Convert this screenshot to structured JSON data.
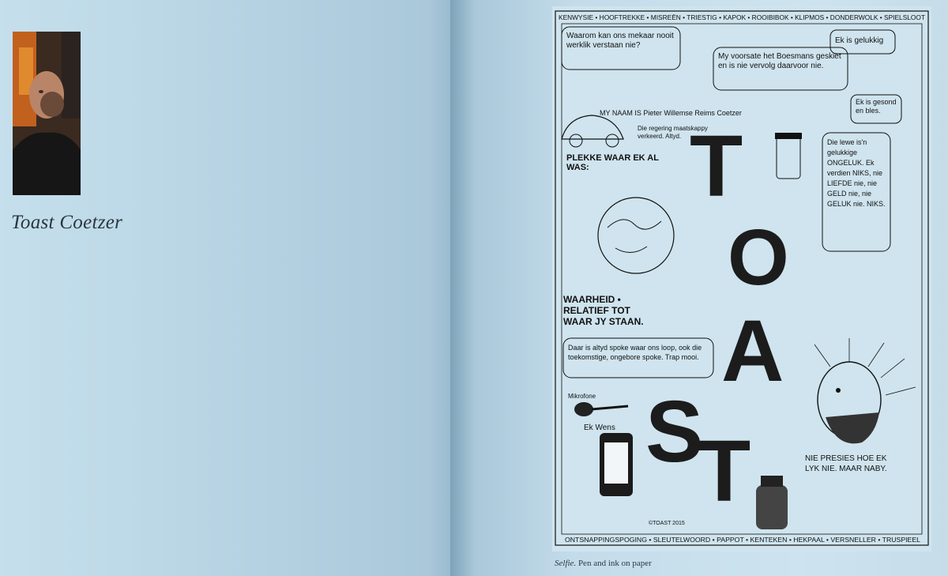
{
  "left_page": {
    "artist_name": "Toast Coetzer"
  },
  "right_page": {
    "caption_title": "Selfie.",
    "caption_text": " Pen and ink on paper",
    "artwork": {
      "letters": [
        "T",
        "O",
        "A",
        "S",
        "T"
      ],
      "top_border": "KENWYSIE • HOOFTREKKE • MISREËN • TRIESTIG • KAPOK • ROOIBIBOK • KLIPMOS • DONDERWOLK • SPIELSLOOT",
      "bottom_border": "ONTSNAPPINGSPOGING • SLEUTELWOORD • PAPPOT • KENTEKEN • HEKPAAL • VERSNELLER • TRUSPIEEL",
      "bubbles": [
        "Waarom kan ons mekaar nooit werklik verstaan nie?",
        "My voorsate het Boesmans geskiet en is nie vervolg daarvoor nie.",
        "Ek is gelukkig",
        "Ek is gesond en bles.",
        "Die lewe is'n gelukkige ONGELUK. Ek verdien NIKS, nie LIEFDE nie, nie GELD nie, nie GELUK nie. NIKS.",
        "Daar is altyd spoke waar ons loop, ook die toekomstige, ongebore spoke. Trap mooi.",
        "NIE PRESIES HOE EK LYK NIE. MAAR NABY."
      ],
      "labels": [
        "MY NAAM IS Pieter Willemse Reims Coetzer",
        "PLEKKE WAAR EK AL WAS:",
        "WAARHEID • RELATIEF TOT WAAR JY STAAN.",
        "Die regering maatskappy verkeerd. Altyd.",
        "Mikrofone",
        "Ek Wens",
        "©TOAST 2015"
      ]
    }
  }
}
